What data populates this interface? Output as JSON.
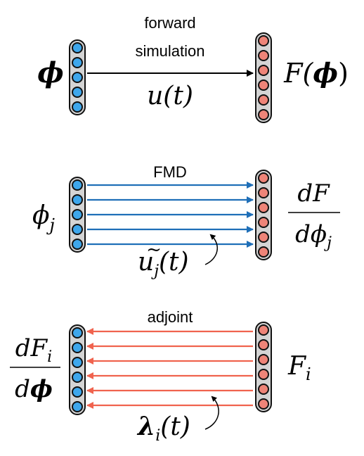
{
  "colors": {
    "blue_node": "#3ea7ec",
    "red_node": "#ee8478",
    "column_fill": "#d4d4d4",
    "outline": "#111111",
    "fmd_arrow": "#1f6fb8",
    "adjoint_arrow": "#f0634e",
    "forward_arrow": "#000000"
  },
  "panel_forward": {
    "label_top_line1": "forward",
    "label_top_line2": "simulation",
    "label_bottom": "u(t)",
    "left_symbol": "ϕ",
    "right_symbol_F": "F(",
    "right_symbol_phi": "ϕ",
    "right_symbol_close": ")",
    "node_count": 5,
    "right_node_count": 6
  },
  "panel_fmd": {
    "label_top": "FMD",
    "label_bottom_base": "u",
    "label_bottom_tilde": "~",
    "label_bottom_sub": "j",
    "label_bottom_arg": "(t)",
    "left_symbol": "ϕ",
    "left_sub": "j",
    "frac_num": "dF",
    "frac_den_d": "d",
    "frac_den_phi": "ϕ",
    "frac_den_sub": "j",
    "arrow_count": 5,
    "direction": "left-to-right"
  },
  "panel_adjoint": {
    "label_top": "adjoint",
    "label_bottom_base": "λ",
    "label_bottom_sub": "i",
    "label_bottom_arg": "(t)",
    "right_symbol": "F",
    "right_sub": "i",
    "frac_num_F": "dF",
    "frac_num_sub": "i",
    "frac_den_d": "d",
    "frac_den_phi": "ϕ",
    "arrow_count": 6,
    "direction": "right-to-left"
  }
}
